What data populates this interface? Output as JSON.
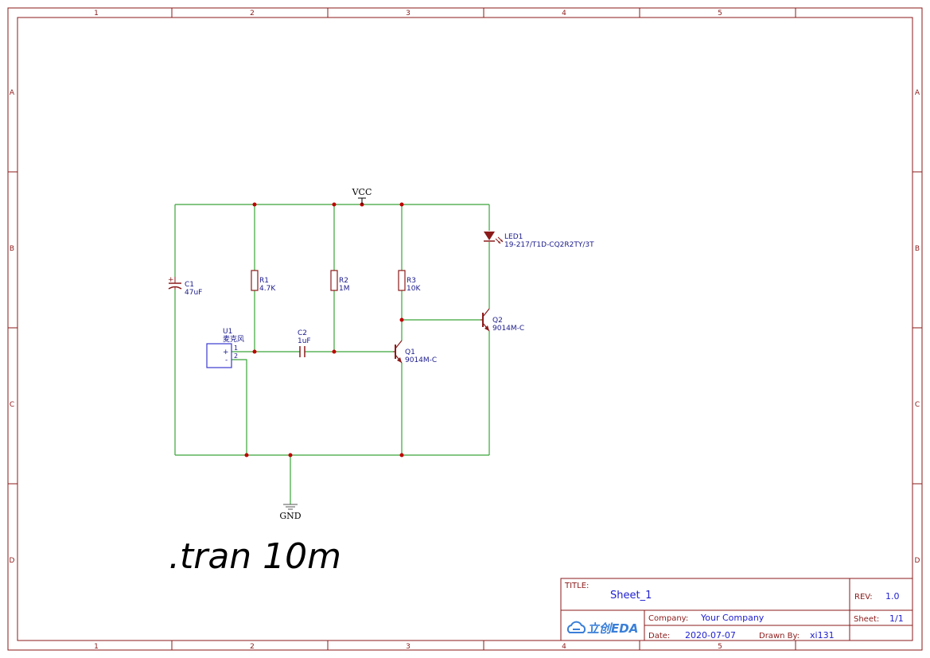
{
  "colors": {
    "frame": "#8b1a1a",
    "wire": "#3aa53a",
    "symbol": "#8b1a1a",
    "label": "#1a1a8c",
    "ic": "#3a3ad0",
    "value_blue": "#2020d0",
    "text_black": "#000000"
  },
  "frame": {
    "cols": [
      "1",
      "2",
      "3",
      "4",
      "5"
    ],
    "rows": [
      "A",
      "B",
      "C",
      "D"
    ]
  },
  "nets": {
    "vcc": "VCC",
    "gnd": "GND"
  },
  "components": {
    "c1": {
      "ref": "C1",
      "value": "47uF",
      "polarity": "+"
    },
    "r1": {
      "ref": "R1",
      "value": "4.7K"
    },
    "r2": {
      "ref": "R2",
      "value": "1M"
    },
    "r3": {
      "ref": "R3",
      "value": "10K"
    },
    "c2": {
      "ref": "C2",
      "value": "1uF"
    },
    "u1": {
      "ref": "U1",
      "value": "麦克风",
      "pin1": "1",
      "pin2": "2",
      "plus": "+",
      "minus": "-"
    },
    "q1": {
      "ref": "Q1",
      "value": "9014M-C"
    },
    "q2": {
      "ref": "Q2",
      "value": "9014M-C"
    },
    "led1": {
      "ref": "LED1",
      "value": "19-217/T1D-CQ2R2TY/3T"
    }
  },
  "directive": ".tran 10m",
  "title_block": {
    "title_label": "TITLE:",
    "title": "Sheet_1",
    "rev_label": "REV:",
    "rev": "1.0",
    "company_label": "Company:",
    "company": "Your Company",
    "sheet_label": "Sheet:",
    "sheet": "1/1",
    "date_label": "Date:",
    "date": "2020-07-07",
    "drawn_label": "Drawn By:",
    "drawn": "xi131",
    "logo_text": "立创EDA",
    "logo_icon": "cloud-icon"
  }
}
